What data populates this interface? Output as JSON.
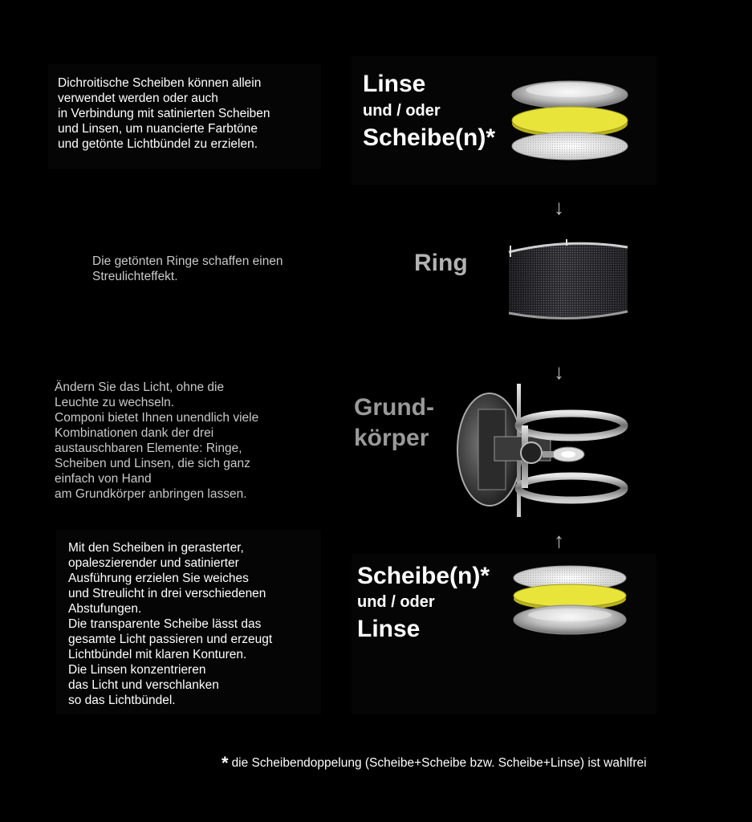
{
  "sections": {
    "discs_top": {
      "text": "Dichroitische Scheiben können allein\nverwendet werden oder auch\nin Verbindung mit satinierten Scheiben\nund Linsen, um nuancierte Farbtöne\nund getönte Lichtbündel zu erzielen.",
      "label_1": "Linse",
      "label_2": "und / oder",
      "label_3": "Scheibe(n)*"
    },
    "ring": {
      "text": "Die getönten Ringe schaffen einen\nStreulichteffekt.",
      "label": "Ring"
    },
    "body": {
      "text": "Ändern Sie das Licht, ohne die\nLeuchte zu wechseln.\nComponi bietet Ihnen unendlich viele\nKombinationen dank der drei\naustauschbaren Elemente: Ringe,\nScheiben und Linsen, die sich ganz\neinfach von Hand\nam Grundkörper anbringen lassen.",
      "label_1": "Grund-",
      "label_2": "körper"
    },
    "discs_bottom": {
      "text": "Mit den Scheiben in gerasterter,\nopaleszierender und satinierter\nAusführung erzielen Sie weiches\nund Streulicht in drei verschiedenen\nAbstufungen.\nDie transparente Scheibe lässt das\ngesamte Licht passieren und erzeugt\nLichtbündel mit klaren Konturen.\nDie Linsen konzentrieren\ndas Licht und verschlanken\nso das Lichtbündel.",
      "label_1": "Scheibe(n)*",
      "label_2": "und / oder",
      "label_3": "Linse"
    }
  },
  "arrows": {
    "down": "↓",
    "up": "↑"
  },
  "footnote": {
    "star": "*",
    "text": "die Scheibendoppelung (Scheibe+Scheibe bzw. Scheibe+Linse) ist wahlfrei"
  },
  "colors": {
    "background": "#000000",
    "panel": "#050505",
    "yellow_disc": "#e8e43a",
    "grey_label": "#9a9a9a",
    "ring_label": "#b3b3b3"
  },
  "icons": [
    "lens-icon",
    "yellow-disc-icon",
    "satin-disc-icon",
    "ring-icon",
    "fixture-body-icon",
    "arrow-down-icon",
    "arrow-up-icon"
  ]
}
